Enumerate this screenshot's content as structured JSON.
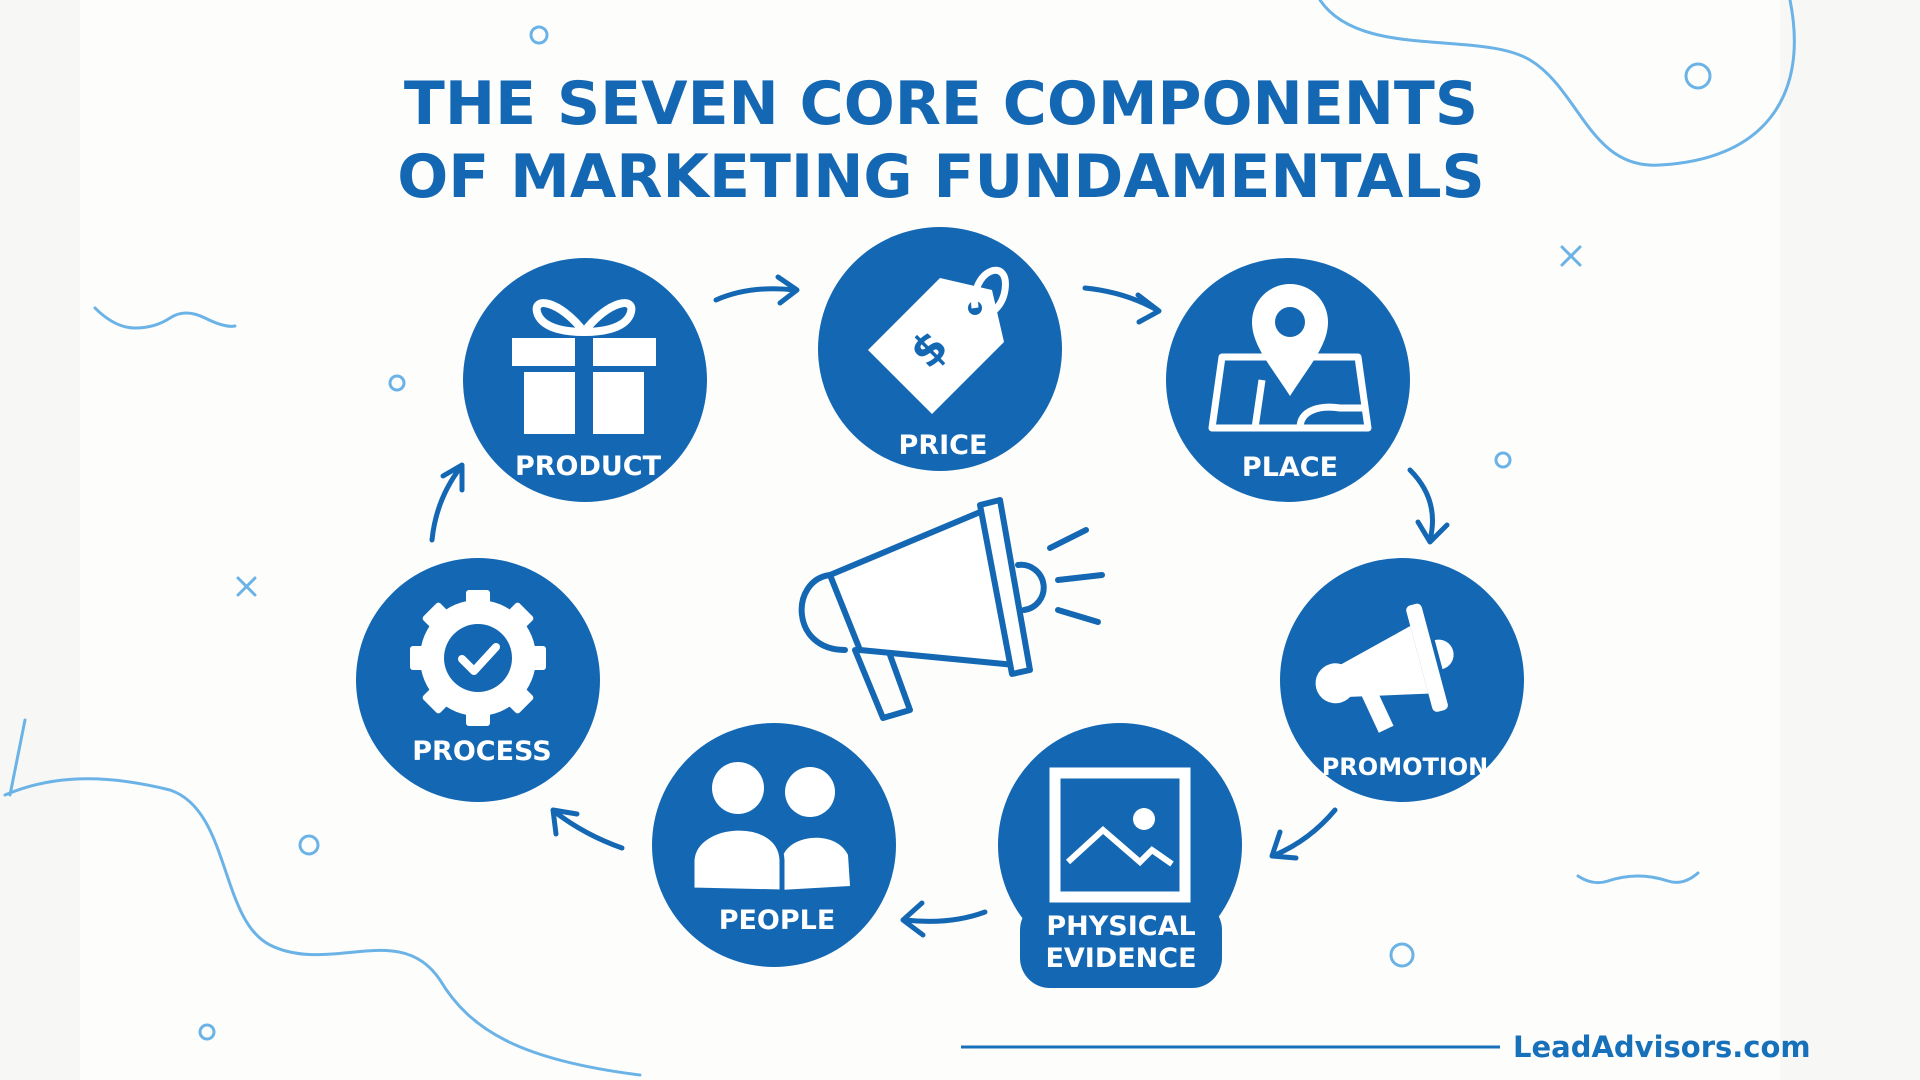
{
  "title": {
    "line1": "THE SEVEN CORE COMPONENTS",
    "line2": "OF MARKETING FUNDAMENTALS"
  },
  "components": [
    {
      "label": "PRODUCT",
      "icon": "gift-icon"
    },
    {
      "label": "PRICE",
      "icon": "price-tag-icon"
    },
    {
      "label": "PLACE",
      "icon": "map-pin-icon"
    },
    {
      "label": "PROMOTION",
      "icon": "megaphone-icon"
    },
    {
      "label_line1": "PHYSICAL",
      "label_line2": "EVIDENCE",
      "icon": "image-icon"
    },
    {
      "label": "PEOPLE",
      "icon": "people-icon"
    },
    {
      "label": "PROCESS",
      "icon": "gear-check-icon"
    }
  ],
  "center_icon": "megaphone-icon",
  "footer": {
    "brand": "LeadAdvisors.com"
  },
  "colors": {
    "primary": "#1468b3",
    "accent": "#6bb3e6",
    "background": "#f7f7f6"
  }
}
